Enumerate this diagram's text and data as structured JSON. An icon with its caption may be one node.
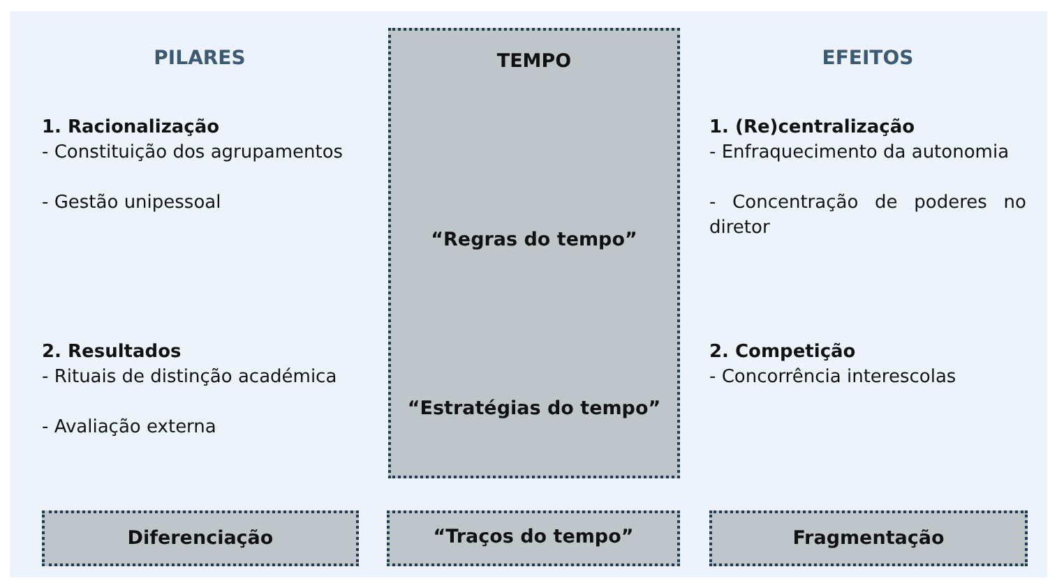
{
  "diagram": {
    "nodes": [
      {
        "text": [
          "TEMPO",
          "“Regras do tempo”",
          "“Estratégias do tempo”"
        ]
      },
      {
        "text": [
          "Diferenciação"
        ]
      },
      {
        "text": [
          "“Traços do tempo”"
        ]
      },
      {
        "text": [
          "Fragmentação"
        ]
      }
    ],
    "labels": [
      "PILARES",
      "EFEITOS",
      "1. Racionalização",
      "- Constituição dos agrupamentos",
      "- Gestão unipessoal",
      "1. (Re)centralização",
      "- Enfraquecimento da autonomia",
      "- Concentração de poderes no diretor",
      "2. Resultados",
      "- Rituais de distinção académica",
      "- Avaliação externa",
      "2. Competição",
      "- Concorrência interescolas"
    ]
  }
}
